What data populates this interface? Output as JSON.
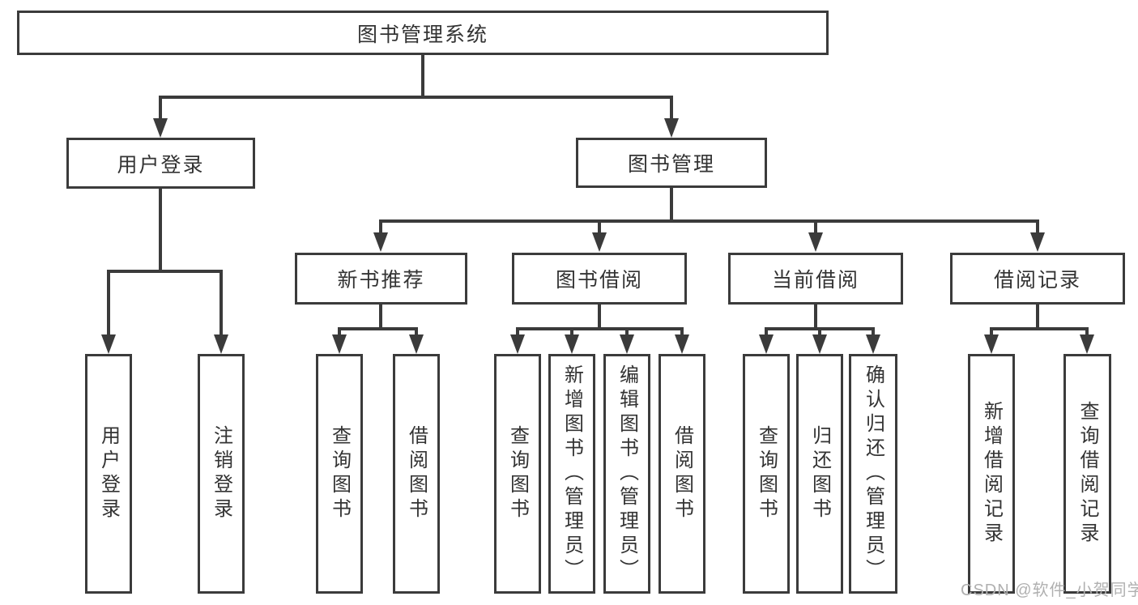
{
  "diagram": {
    "tree": {
      "label": "图书管理系统",
      "children": [
        {
          "label": "用户登录",
          "children": [
            {
              "label": "用户登录"
            },
            {
              "label": "注销登录"
            }
          ]
        },
        {
          "label": "图书管理",
          "children": [
            {
              "label": "新书推荐",
              "children": [
                {
                  "label": "查询图书"
                },
                {
                  "label": "借阅图书"
                }
              ]
            },
            {
              "label": "图书借阅",
              "children": [
                {
                  "label": "查询图书"
                },
                {
                  "label": "新增图书（管理员）"
                },
                {
                  "label": "编辑图书（管理员）"
                },
                {
                  "label": "借阅图书"
                }
              ]
            },
            {
              "label": "当前借阅",
              "children": [
                {
                  "label": "查询图书"
                },
                {
                  "label": "归还图书"
                },
                {
                  "label": "确认归还（管理员）"
                }
              ]
            },
            {
              "label": "借阅记录",
              "children": [
                {
                  "label": "新增借阅记录"
                },
                {
                  "label": "查询借阅记录"
                }
              ]
            }
          ]
        }
      ]
    }
  },
  "watermark": {
    "text": "CSDN @软件_小贺同学"
  },
  "colors": {
    "line": "#3b3b3b",
    "text": "#333333",
    "watermark": "#b0b0b0",
    "background": "#ffffff"
  }
}
